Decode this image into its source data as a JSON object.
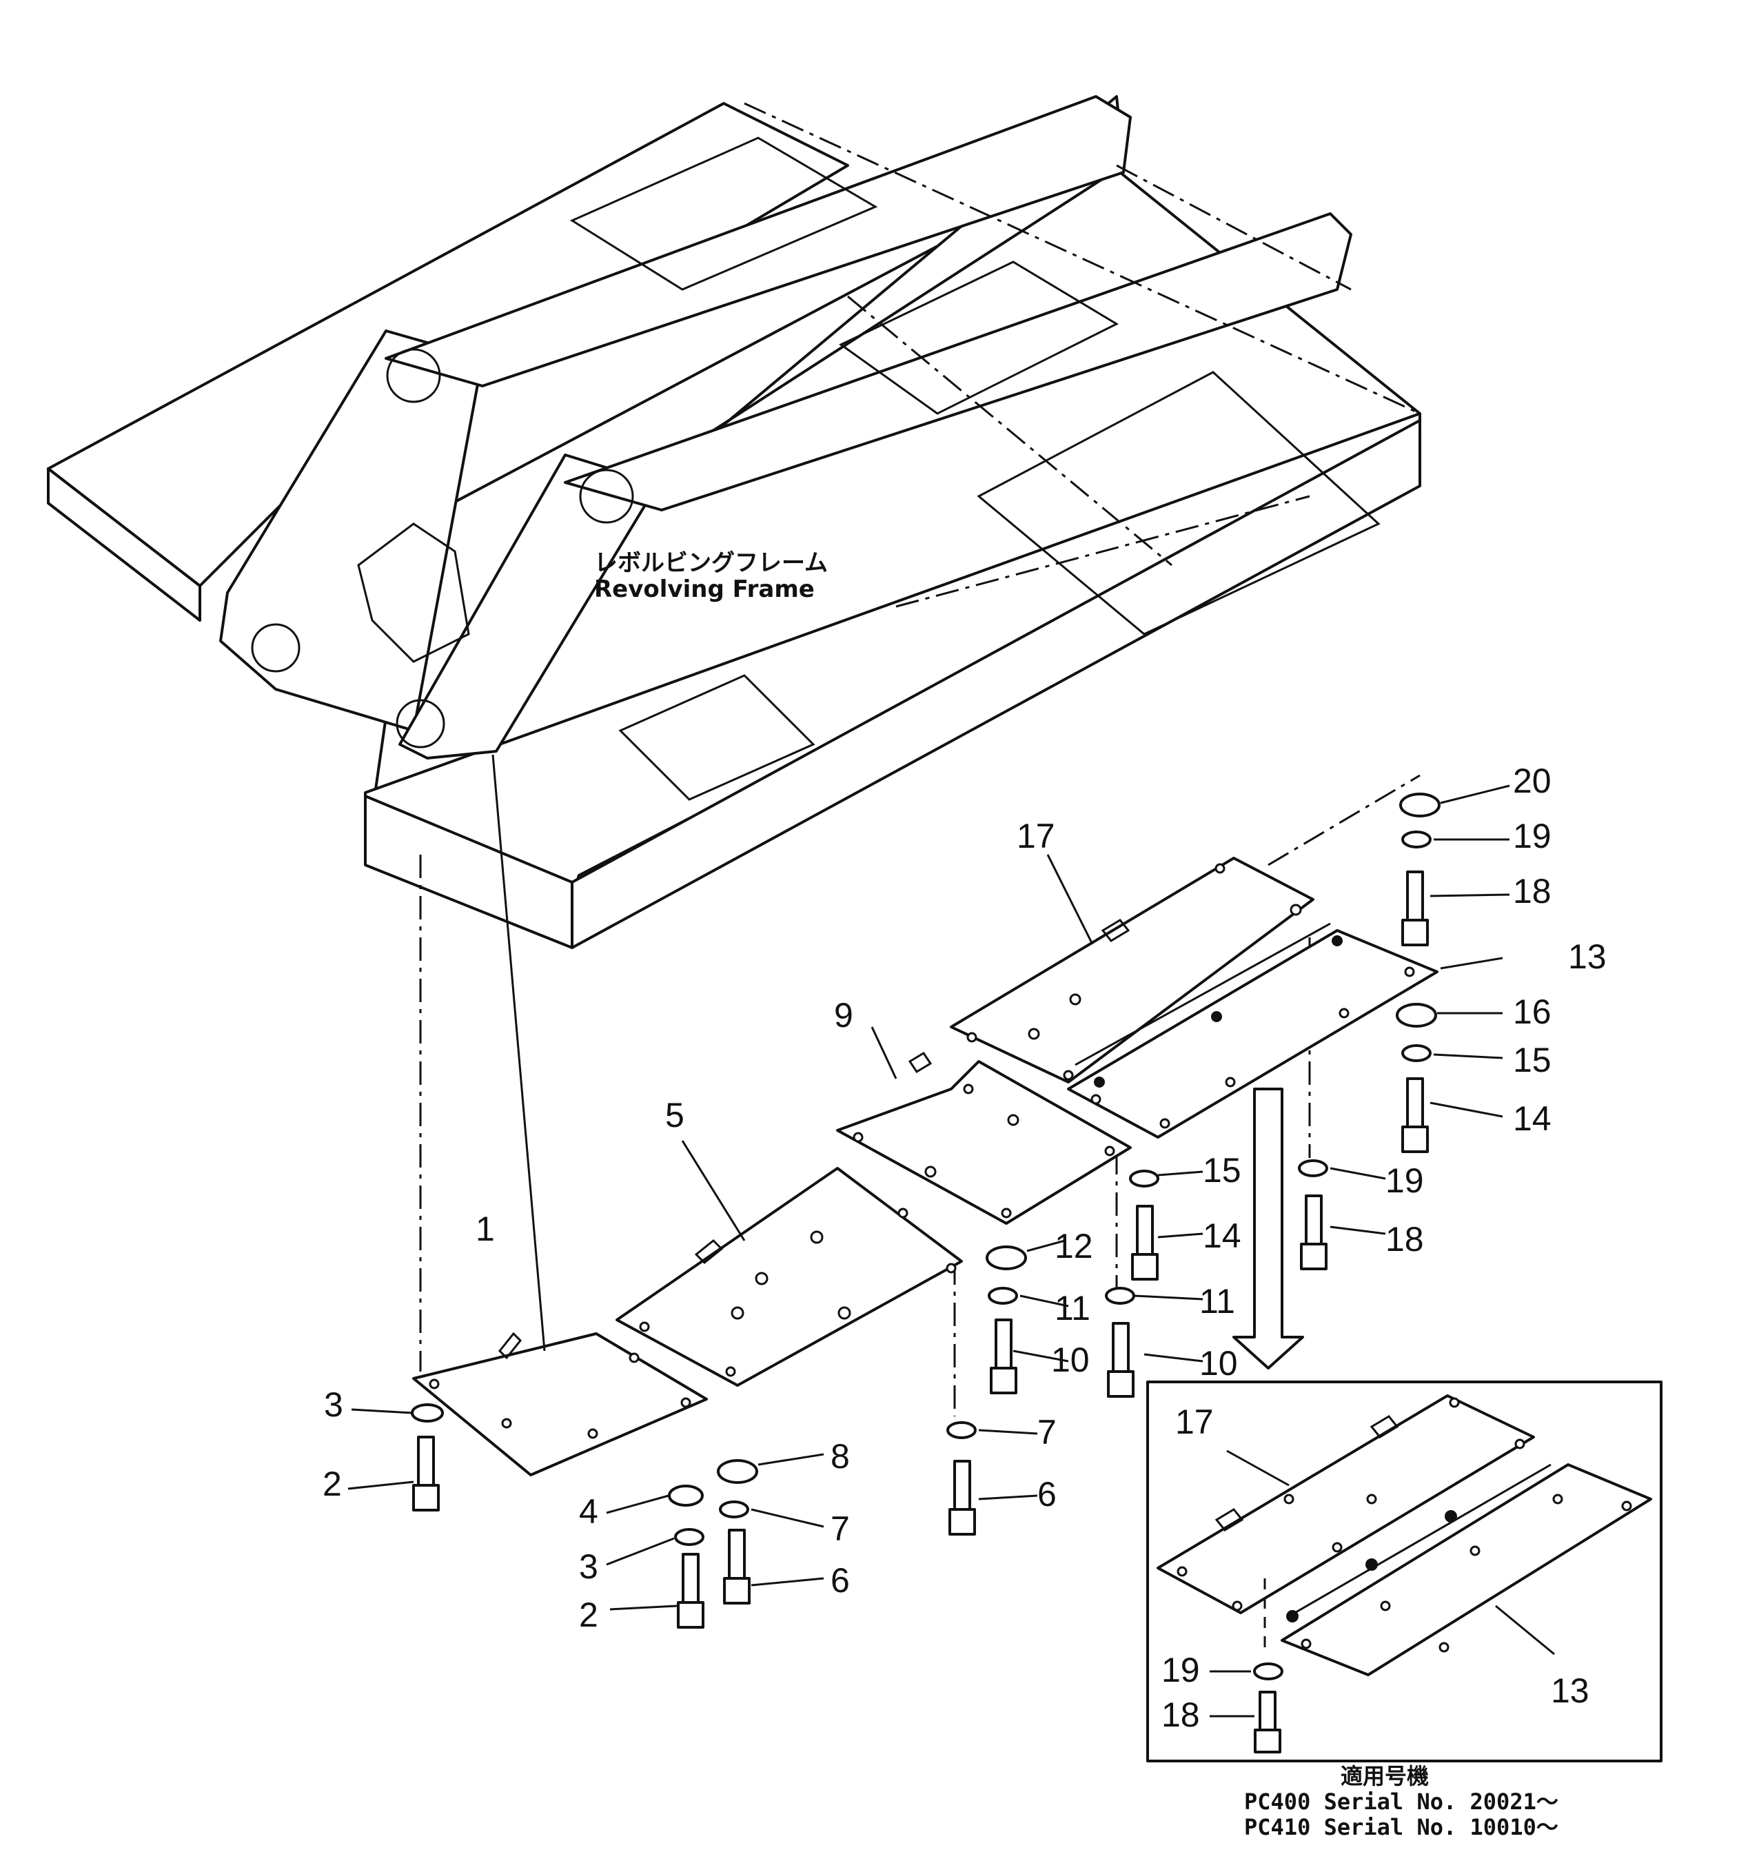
{
  "frame_label": {
    "ja": "レボルビングフレーム",
    "en": "Revolving  Frame"
  },
  "callouts": {
    "c1": "1",
    "c2a": "2",
    "c2b": "2",
    "c3a": "3",
    "c3b": "3",
    "c4": "4",
    "c5": "5",
    "c6a": "6",
    "c6b": "6",
    "c7a": "7",
    "c7b": "7",
    "c8": "8",
    "c9": "9",
    "c10a": "10",
    "c10b": "10",
    "c11a": "11",
    "c11b": "11",
    "c12": "12",
    "c13a": "13",
    "c14a": "14",
    "c14b": "14",
    "c15a": "15",
    "c15b": "15",
    "c16": "16",
    "c17a": "17",
    "c18a": "18",
    "c18b": "18",
    "c19a": "19",
    "c19b": "19",
    "c20": "20",
    "inset_c17": "17",
    "inset_c13": "13",
    "inset_c19": "19",
    "inset_c18": "18"
  },
  "applicability": {
    "heading": "適用号機",
    "line1": "PC400  Serial  No.  20021～",
    "line2": "PC410  Serial  No.  10010～"
  }
}
